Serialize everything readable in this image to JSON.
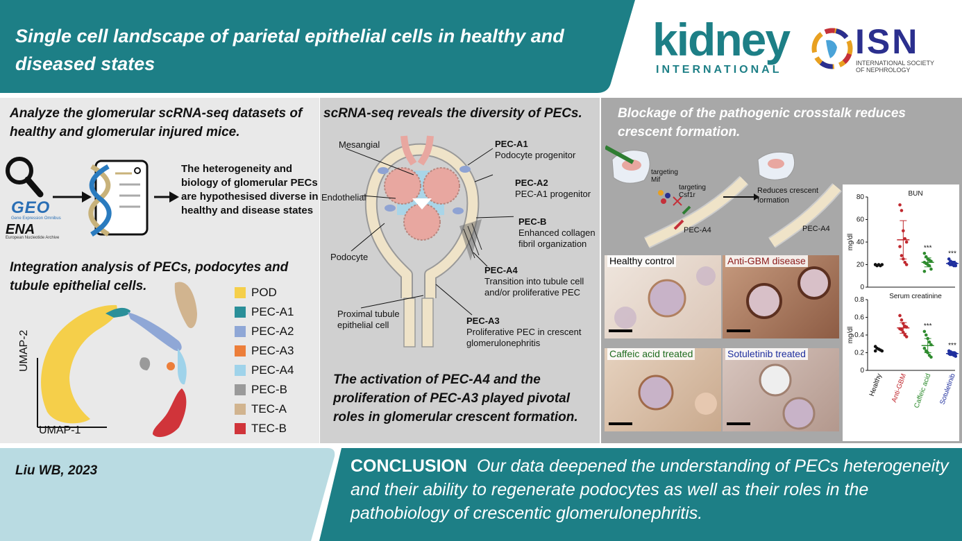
{
  "header": {
    "title": "Single cell landscape of parietal epithelial cells in healthy and diseased states",
    "journal_logo": "kidney",
    "journal_logo_sub": "INTERNATIONAL",
    "society_logo": "ISN",
    "society_logo_sub": "INTERNATIONAL SOCIETY OF NEPHROLOGY"
  },
  "panel1": {
    "heading": "Analyze the glomerular scRNA-seq datasets of healthy and glomerular injured mice.",
    "geo_logo": "GEO",
    "geo_sub": "Gene Expression Omnibus",
    "ena_logo": "ENA",
    "ena_sub": "European Nucleotide Archive",
    "hypothesis": "The heterogeneity and biology of glomerular PECs are hypothesised diverse in healthy and disease states",
    "heading2": "Integration analysis of PECs, podocytes and tubule epithelial cells.",
    "axis_y": "UMAP-2",
    "axis_x": "UMAP-1",
    "legend": [
      {
        "label": "POD",
        "color": "#f5cf4a"
      },
      {
        "label": "PEC-A1",
        "color": "#2a8f99"
      },
      {
        "label": "PEC-A2",
        "color": "#8fa7d6"
      },
      {
        "label": "PEC-A3",
        "color": "#ec7e3a"
      },
      {
        "label": "PEC-A4",
        "color": "#9fd3ea"
      },
      {
        "label": "PEC-B",
        "color": "#9a9a9a"
      },
      {
        "label": "TEC-A",
        "color": "#d1b48f"
      },
      {
        "label": "TEC-B",
        "color": "#d0343a"
      }
    ]
  },
  "panel2": {
    "heading": "scRNA-seq reveals the diversity of PECs.",
    "labels": {
      "mesangial": "Mesangial",
      "endothelial": "Endothelial",
      "podocyte": "Podocyte",
      "proximal": "Proximal tubule epithelial cell"
    },
    "pec": [
      {
        "name": "PEC-A1",
        "desc": "Podocyte progenitor"
      },
      {
        "name": "PEC-A2",
        "desc": "PEC-A1 progenitor"
      },
      {
        "name": "PEC-B",
        "desc": "Enhanced collagen fibril organization"
      },
      {
        "name": "PEC-A4",
        "desc": "Transition into tubule cell and/or proliferative PEC"
      },
      {
        "name": "PEC-A3",
        "desc": "Proliferative PEC in crescent glomerulonephritis"
      }
    ],
    "summary": "The activation of PEC-A4 and the proliferation of PEC-A3 played pivotal roles in glomerular crescent formation."
  },
  "panel3": {
    "heading": "Blockage of the pathogenic crosstalk reduces crescent formation.",
    "diagram": {
      "targeting1": "targeting",
      "gene1": "Mif",
      "targeting2": "targeting",
      "gene2": "Csf1r",
      "reduces": "Reduces crescent formation",
      "pec_a4_left": "PEC-A4",
      "pec_a4_right": "PEC-A4"
    },
    "micrographs": [
      {
        "label": "Healthy control"
      },
      {
        "label": "Anti-GBM disease"
      },
      {
        "label": "Caffeic acid treated"
      },
      {
        "label": "Sotuletinib treated"
      }
    ]
  },
  "chart_data": [
    {
      "type": "scatter",
      "title": "BUN",
      "ylabel": "mg/dl",
      "ylim": [
        0,
        80
      ],
      "yticks": [
        0,
        20,
        40,
        60,
        80
      ],
      "categories": [
        "Healthy",
        "Anti-GBM",
        "Caffeic acid",
        "Sotuletinib"
      ],
      "category_colors": [
        "#111111",
        "#c0282e",
        "#2e8b2e",
        "#1f2f9e"
      ],
      "series": [
        {
          "values": [
            20,
            19,
            20,
            19,
            20,
            20
          ]
        },
        {
          "values": [
            73,
            68,
            50,
            43,
            40,
            36,
            28,
            25,
            22,
            20
          ],
          "mean": 42,
          "sd": 17
        },
        {
          "values": [
            30,
            27,
            25,
            24,
            23,
            22,
            21,
            20,
            19,
            16,
            14
          ],
          "mean": 22,
          "sd": 4
        },
        {
          "values": [
            25,
            23,
            22,
            22,
            21,
            21,
            20,
            20,
            19,
            19
          ],
          "mean": 21,
          "sd": 2
        }
      ],
      "annotations": [
        "",
        "",
        "***",
        "***"
      ]
    },
    {
      "type": "scatter",
      "title": "Serum creatinine",
      "ylabel": "mg/dl",
      "ylim": [
        0,
        0.8
      ],
      "yticks": [
        0,
        0.2,
        0.4,
        0.6,
        0.8
      ],
      "categories": [
        "Healthy",
        "Anti-GBM",
        "Caffeic acid",
        "Sotuletinib"
      ],
      "category_colors": [
        "#111111",
        "#c0282e",
        "#2e8b2e",
        "#1f2f9e"
      ],
      "series": [
        {
          "values": [
            0.27,
            0.25,
            0.24,
            0.23,
            0.22,
            0.22
          ]
        },
        {
          "values": [
            0.62,
            0.57,
            0.53,
            0.5,
            0.49,
            0.47,
            0.46,
            0.43,
            0.4,
            0.38
          ],
          "mean": 0.48,
          "sd": 0.06
        },
        {
          "values": [
            0.44,
            0.4,
            0.36,
            0.32,
            0.29,
            0.25,
            0.22,
            0.2,
            0.17,
            0.15
          ],
          "mean": 0.28,
          "sd": 0.08
        },
        {
          "values": [
            0.22,
            0.21,
            0.2,
            0.2,
            0.19,
            0.19,
            0.18,
            0.18,
            0.17,
            0.16
          ],
          "mean": 0.19,
          "sd": 0.02
        }
      ],
      "annotations": [
        "",
        "",
        "***",
        "***"
      ]
    }
  ],
  "footer": {
    "citation": "Liu WB, 2023",
    "conclusion_label": "CONCLUSION",
    "conclusion": "Our data deepened the understanding of PECs heterogeneity and their ability to regenerate podocytes as well as their roles in the pathobiology of crescentic glomerulonephritis."
  }
}
